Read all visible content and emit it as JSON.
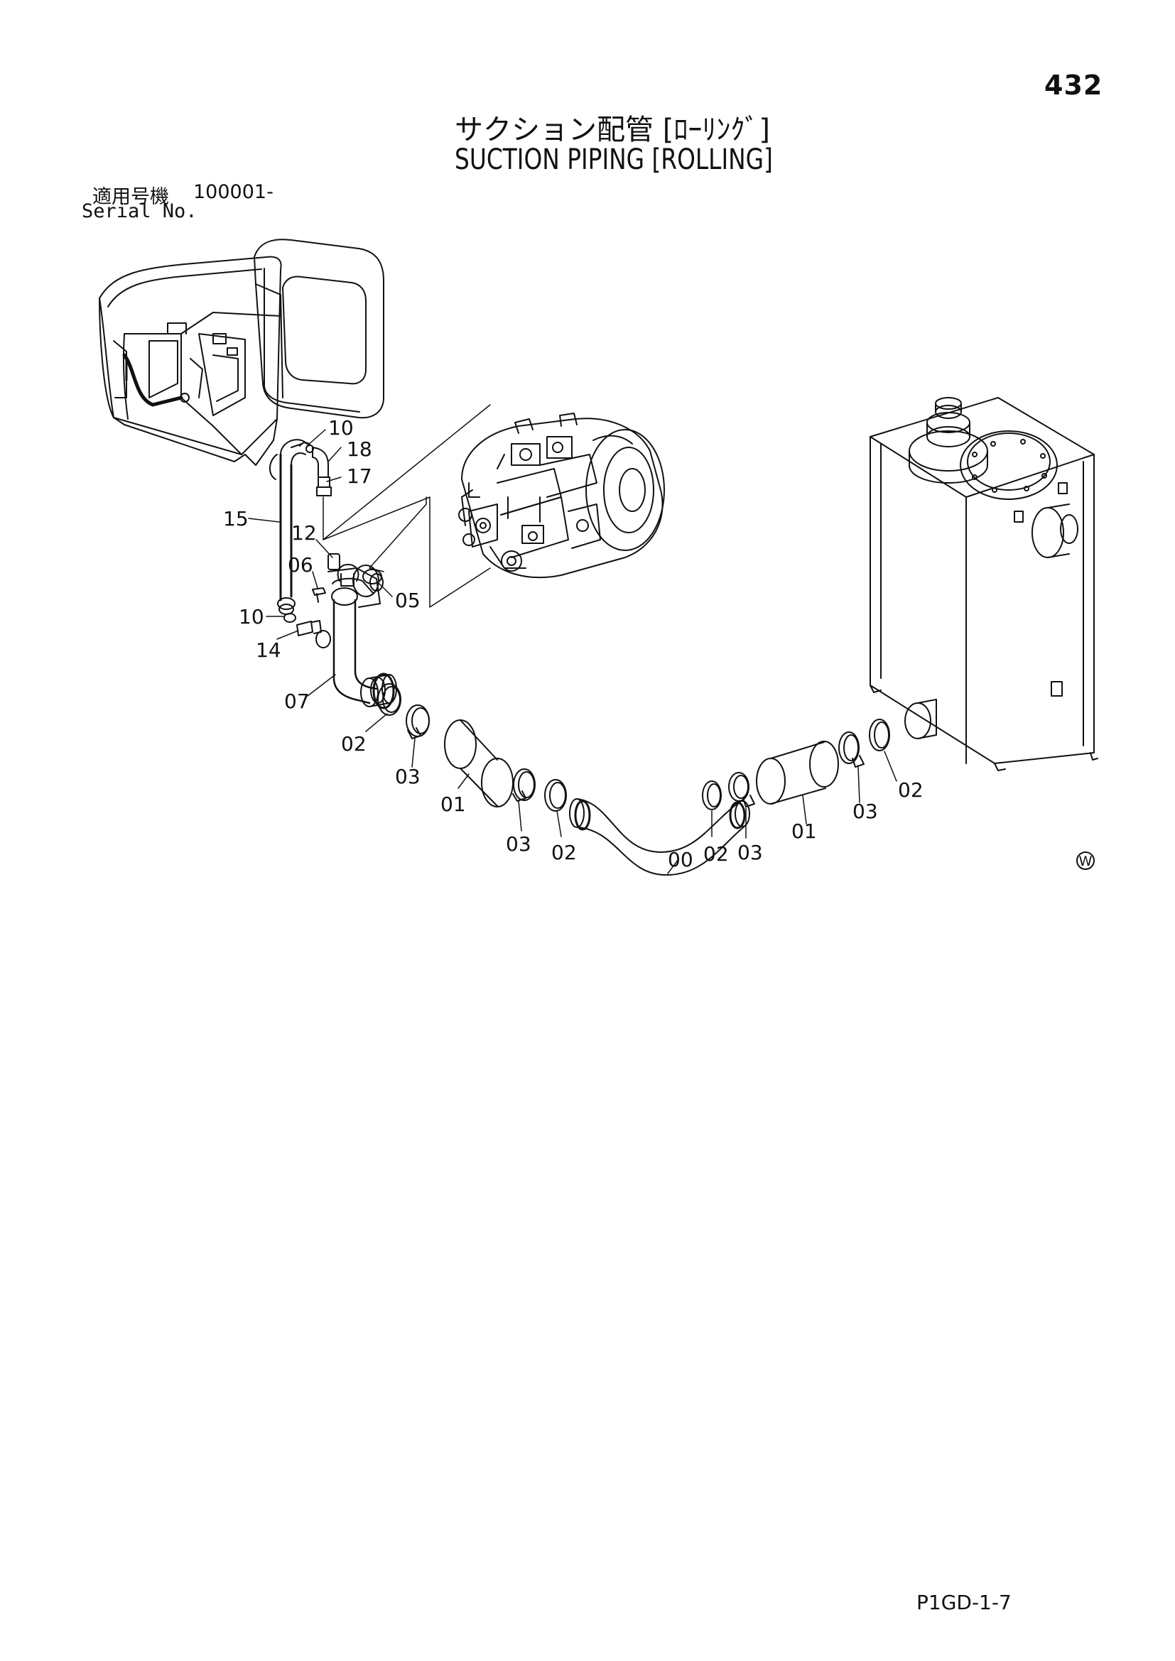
{
  "header": {
    "page_number": "432",
    "title_jp": "サクション配管 [ﾛｰﾘﾝｸﾞ]",
    "title_en": "SUCTION PIPING [ROLLING]"
  },
  "serial": {
    "label_jp": "適用号機",
    "value": "100001-",
    "label_en": "Serial No."
  },
  "callouts": {
    "c10a": "10",
    "c18": "18",
    "c17": "17",
    "c15": "15",
    "c12": "12",
    "c06": "06",
    "c05": "05",
    "c10b": "10",
    "c14": "14",
    "c07": "07",
    "c02a": "02",
    "c03a": "03",
    "c01a": "01",
    "c03b": "03",
    "c02b": "02",
    "c00": "00",
    "c02c": "02",
    "c03c": "03",
    "c01b": "01",
    "c03d": "03",
    "c02d": "02"
  },
  "symbols": {
    "w_mark": "W"
  },
  "footer": {
    "drawing_code": "P1GD-1-7"
  },
  "colors": {
    "line": "#111111",
    "background": "#ffffff"
  }
}
